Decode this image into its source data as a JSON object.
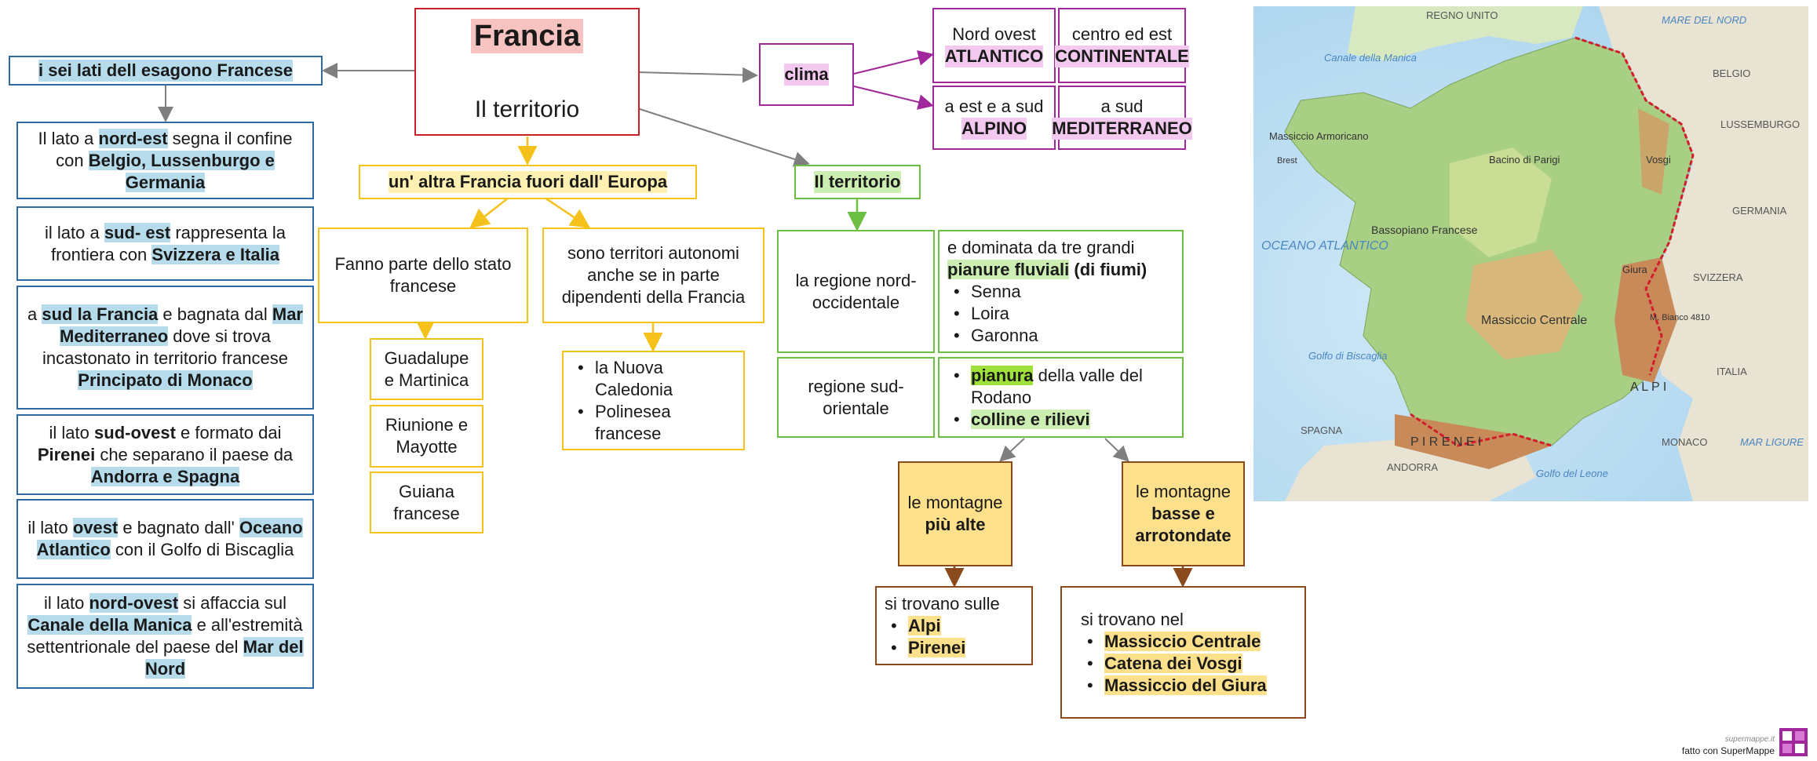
{
  "root": {
    "title": "Francia",
    "subtitle": "Il territorio"
  },
  "sides": {
    "header": "i sei lati dell esagono Francese",
    "items": [
      [
        "Il lato a ",
        "nord-est",
        " segna il confine con ",
        "Belgio, Lussenburgo e Germania",
        ""
      ],
      [
        "il lato a ",
        "sud- est",
        " rappresenta la frontiera con ",
        "Svizzera e Italia",
        ""
      ],
      [
        "a ",
        "sud la Francia",
        " e bagnata dal ",
        "Mar Mediterraneo",
        " dove si trova incastonato in territorio francese ",
        "Principato di Monaco",
        ""
      ],
      [
        "il lato ",
        "sud-ovest",
        " e formato dai ",
        "Pirenei",
        " che separano il paese da ",
        "Andorra e Spagna",
        ""
      ],
      [
        "il lato ",
        "ovest",
        " e bagnato dall' ",
        "Oceano Atlantico",
        " con il Golfo di Biscaglia"
      ],
      [
        "il lato ",
        "nord-ovest",
        " si affaccia sul ",
        "Canale della Manica",
        " e all'estremità settentrionale del paese del ",
        "Mar del Nord",
        ""
      ]
    ]
  },
  "outremer": {
    "header": "un' altra Francia fuori dall' Europa",
    "part_of_state": "Fanno parte dello stato francese",
    "autonomous": "sono territori autonomi anche se in parte dipendenti della Francia",
    "dom": [
      "Guadalupe e Martinica",
      "Riunione e Mayotte",
      "Guiana francese"
    ],
    "tom": [
      "la Nuova Caledonia",
      "Polinesea francese"
    ]
  },
  "clima": {
    "label": "clima",
    "cells": [
      {
        "pre": "Nord ovest",
        "bold": "ATLANTICO"
      },
      {
        "pre": "centro ed est",
        "bold": "CONTINENTALE"
      },
      {
        "pre": "a est e a sud",
        "bold": "ALPINO"
      },
      {
        "pre": "a sud",
        "bold": "MEDITERRANEO"
      }
    ]
  },
  "territorio": {
    "header": "Il territorio",
    "nw_label": "la  regione nord-occidentale",
    "nw_text": "e dominata da tre grandi",
    "nw_hl": "pianure fluviali",
    "nw_bold": " (di fiumi)",
    "rivers": [
      "Senna",
      "Loira",
      "Garonna"
    ],
    "se_label": "regione sud-orientale",
    "se_hl1": "pianura",
    "se_txt1": " della valle del Rodano",
    "se_hl2": "colline e rilievi",
    "high_pre": "le montagne",
    "high_bold": "più alte",
    "low_pre": "le montagne",
    "low_bold": "basse e arrotondate",
    "high_intro": "si trovano sulle",
    "high_list": [
      "Alpi",
      "Pirenei"
    ],
    "low_intro": "si trovano nel",
    "low_list": [
      "Massiccio Centrale",
      "Catena dei Vosgi",
      "Massiccio del Giura"
    ]
  },
  "map": {
    "labels": {
      "regno_unito": "REGNO UNITO",
      "mare_nord": "MARE DEL NORD",
      "canale": "Canale della Manica",
      "belgio": "BELGIO",
      "lussemburgo": "LUSSEMBURGO",
      "germania": "GERMANIA",
      "oceano": "OCEANO ATLANTICO",
      "svizzera": "SVIZZERA",
      "italia": "ITALIA",
      "spagna": "SPAGNA",
      "andorra": "ANDORRA",
      "monaco": "MONACO",
      "mar_ligure": "MAR LIGURE",
      "golfo_biscaglia": "Golfo di Biscaglia",
      "golfo_leone": "Golfo del Leone",
      "massiccio_centrale": "Massiccio Centrale",
      "massiccio_armoricano": "Massiccio Armoricano",
      "bassopiano": "Bassopiano Francese",
      "bacino": "Bacino di Parigi",
      "vosgi": "Vosgi",
      "giura": "Giura",
      "alpi": "A L P I",
      "pirenei": "P I R E N E I",
      "monte_bianco": "M. Bianco 4810",
      "brest": "Brest"
    }
  },
  "branding": {
    "site": "supermappe.it",
    "made_with": "fatto con SuperMappe"
  }
}
